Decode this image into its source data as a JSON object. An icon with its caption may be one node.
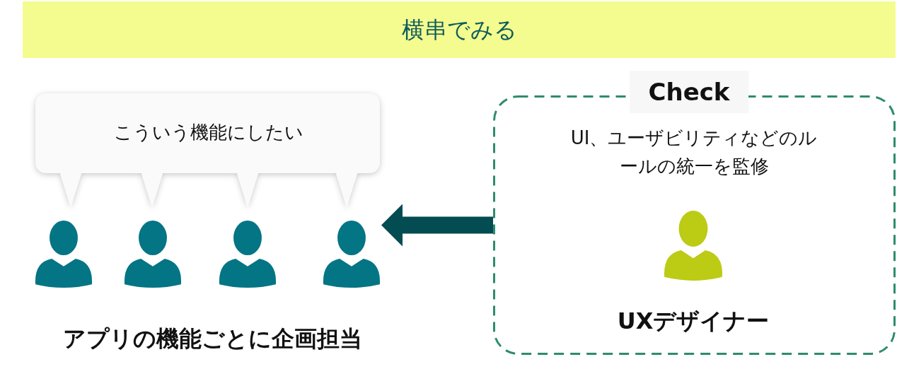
{
  "diagram": {
    "nodes": [
      {
        "text": [
          "横串でみる"
        ]
      },
      {
        "text": [
          "こういう機能にしたい"
        ]
      },
      {
        "text": [],
        "shape": "person"
      },
      {
        "text": [],
        "shape": "person"
      },
      {
        "text": [],
        "shape": "person"
      },
      {
        "text": [],
        "shape": "person"
      },
      {
        "text": [
          "Check",
          "UI、ユーザビリティなどのルールの統一を監修"
        ]
      },
      {
        "text": [],
        "shape": "person",
        "in": 6,
        "beside": [
          "UXデザイナー"
        ]
      }
    ],
    "edges": [
      {
        "from": 6,
        "to": 5,
        "arrow": "to",
        "color": "#034c52"
      }
    ],
    "labels": [
      "アプリの機能ごとに企画担当"
    ]
  }
}
